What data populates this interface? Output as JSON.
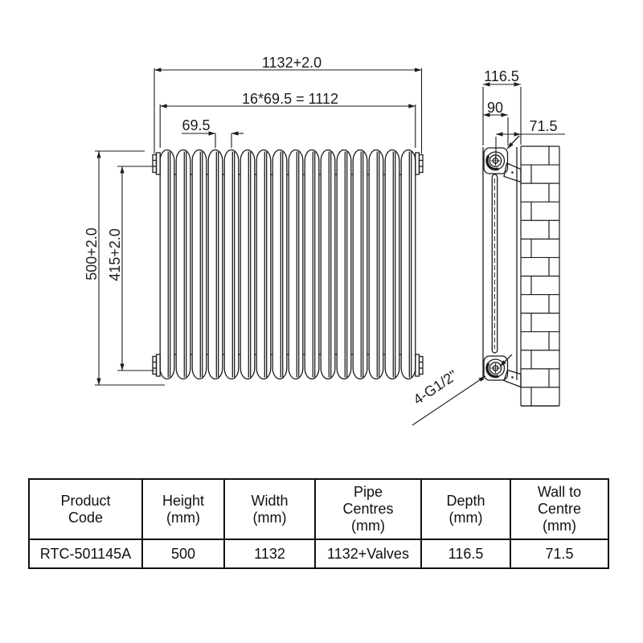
{
  "drawing": {
    "front_view": {
      "dim_overall_width": "1132+2.0",
      "dim_sections_total": "16*69.5 = 1112",
      "dim_section_pitch": "69.5",
      "dim_overall_height": "500+2.0",
      "dim_tapping_centres": "415+2.0"
    },
    "side_view": {
      "dim_depth": "116.5",
      "dim_bracket_offset": "90",
      "dim_wall_to_centre": "71.5",
      "label_connections": "4-G1/2\""
    },
    "colors": {
      "line": "#1c1c1c",
      "background": "#ffffff",
      "table_border": "#111111"
    }
  },
  "table": {
    "headers": [
      [
        "Product",
        "Code"
      ],
      [
        "Height",
        "(mm)"
      ],
      [
        "Width",
        "(mm)"
      ],
      [
        "Pipe",
        "Centres",
        "(mm)"
      ],
      [
        "Depth",
        "(mm)"
      ],
      [
        "Wall to",
        "Centre",
        "(mm)"
      ]
    ],
    "row": [
      "RTC-501145A",
      "500",
      "1132",
      "1132+Valves",
      "116.5",
      "71.5"
    ]
  }
}
